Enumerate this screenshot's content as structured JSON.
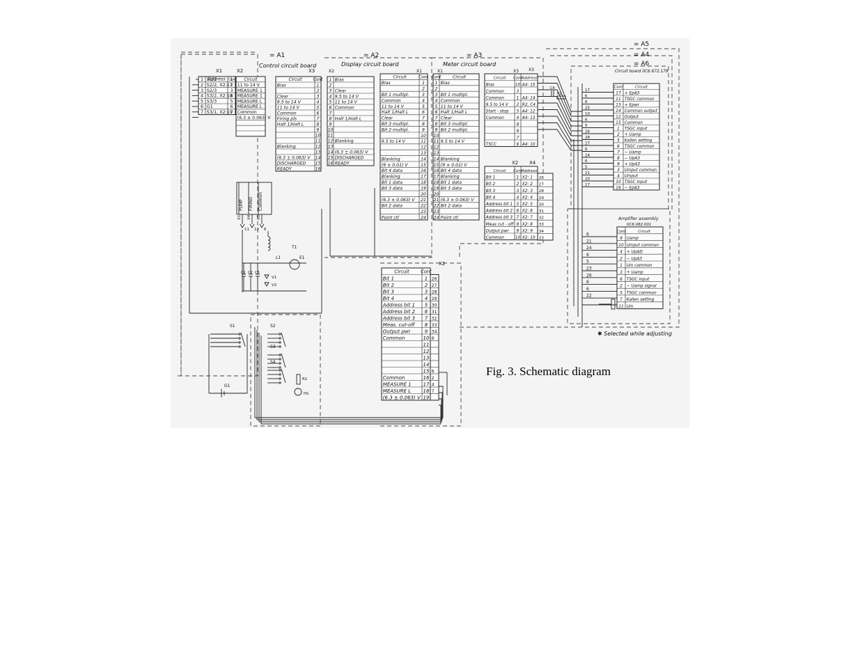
{
  "caption": "Fig. 3. Schematic diagram",
  "note": "✱ Selected while adjusting",
  "labels": {
    "a1": "= A1",
    "a2": "= A2",
    "a3": "= A3",
    "a4": "= A4",
    "a5": "= A5",
    "a6": "= A6",
    "a1_title": "Control circuit board",
    "a2_title": "Display circuit board",
    "a3_title": "Meter circuit board",
    "a6_title": "Circuit board 0C6.672.179",
    "amp_title": "Amplifier assembly",
    "amp_sub": "0C6.082.001",
    "x1": "X1",
    "x2": "X2",
    "x3": "X3",
    "x4": "X4"
  },
  "tables": {
    "x1_addr": {
      "head": [
        "Address",
        "Cont"
      ],
      "rows": [
        [
          "S1/2",
          "1"
        ],
        [
          "S2/2, X2:17",
          "2"
        ],
        [
          "S2/3",
          "3"
        ],
        [
          "S3/2, X2:18",
          "4"
        ],
        [
          "S3/3",
          "5"
        ],
        [
          "G1",
          "6"
        ],
        [
          "S3/1, X2:19",
          "7"
        ]
      ]
    },
    "x2_ctrl": {
      "head": [
        "Circuit"
      ],
      "rows": [
        "11 to 14 V",
        "MEASURE 1",
        "MEASURE 1",
        "MEASURE L",
        "MEASURE L",
        "Common",
        "(6.3 ± 0.063) V",
        "",
        "",
        ""
      ]
    },
    "x3_ctrl": {
      "head": [
        "Circuit",
        "Cont"
      ],
      "rows": [
        [
          "Bias",
          "1"
        ],
        [
          "",
          "2"
        ],
        [
          "Clear",
          "3"
        ],
        [
          "9.5 to 14 V",
          "4"
        ],
        [
          "11 to 14 V",
          "5"
        ],
        [
          "Common",
          "6"
        ],
        [
          "Firing pls",
          "7"
        ],
        [
          "Halt 1/Halt L",
          "8"
        ],
        [
          "",
          "9"
        ],
        [
          "",
          "10"
        ],
        [
          "",
          "11"
        ],
        [
          "Blanking",
          "12"
        ],
        [
          "",
          "13"
        ],
        [
          "(6.3 ± 0.063) V",
          "14"
        ],
        [
          "DISCHARGED",
          "15"
        ],
        [
          "READY",
          "16"
        ]
      ]
    },
    "a2_x2": {
      "rows": [
        "Bias",
        "",
        "Clear",
        "9.5 to 14 V",
        "11 to 14 V",
        "Common",
        "",
        "Halt 1/Halt L",
        "",
        "",
        "",
        "Blanking",
        "",
        "(6.3 ± 0.063) V",
        "DISCHARGED",
        "READY"
      ]
    },
    "a2_x1": {
      "head": [
        "Circuit",
        "Cont"
      ],
      "rows": [
        [
          "Bias",
          "1"
        ],
        [
          "",
          "2"
        ],
        [
          "Bit 1 multipl.",
          "3"
        ],
        [
          "Common",
          "4"
        ],
        [
          "11 to 14 V",
          "5"
        ],
        [
          "Halt 1/Halt L",
          "6"
        ],
        [
          "Clear",
          "7"
        ],
        [
          "Bit 3 multipl.",
          "8"
        ],
        [
          "Bit 2 multipl.",
          "9"
        ],
        [
          "",
          "10"
        ],
        [
          "9.5 to 14 V",
          "11"
        ],
        [
          "",
          "12"
        ],
        [
          "",
          "13"
        ],
        [
          "Blanking",
          "14"
        ],
        [
          "(9 ± 0.01) V",
          "15"
        ],
        [
          "Bit 4 data",
          "16"
        ],
        [
          "Blanking",
          "17"
        ],
        [
          "Bit 1 data",
          "18"
        ],
        [
          "Bit 3 data",
          "19"
        ],
        [
          "",
          "20"
        ],
        [
          "(6.3 ± 0.063) V",
          "21"
        ],
        [
          "Bit 2 data",
          "22"
        ],
        [
          "",
          "23"
        ],
        [
          "Point ctl",
          "24"
        ]
      ]
    },
    "a3_x1": {
      "head": [
        "Circuit"
      ],
      "rows": [
        "Bias",
        "",
        "Bit 1 multipl.",
        "Common",
        "11 to 14 V",
        "Halt 1/Halt L",
        "Clear",
        "Bit 3 multipl.",
        "Bit 2 multipl.",
        "",
        "9.5 to 14 V",
        "",
        "",
        "Blanking",
        "(9 ± 0.01) V",
        "Bit 4 data",
        "Blanking",
        "Bit 1 data",
        "Bit 3 data",
        "",
        "(6.3 ± 0.063) V",
        "Bit 2 data",
        "",
        "Point ctl"
      ]
    },
    "a3_x3": {
      "head": [
        "Circuit",
        "Cont",
        "Address"
      ],
      "rows": [
        [
          "Bias",
          "10",
          "A4: 15"
        ],
        [
          "Common",
          "3",
          ""
        ],
        [
          "Common",
          "1",
          "A4: 14"
        ],
        [
          "9.5 to 14 V",
          "2",
          "R2, C4"
        ],
        [
          "Start - stop",
          "5",
          "A4: 12"
        ],
        [
          "Common",
          "4",
          "A4: 13"
        ],
        [
          "",
          "8",
          ""
        ],
        [
          "",
          "9",
          ""
        ],
        [
          "",
          "7",
          ""
        ],
        [
          "TSCC",
          "6",
          "A4: 10"
        ]
      ]
    },
    "a3_x2": {
      "head": [
        "Circuit",
        "Cont",
        "Address"
      ],
      "rows": [
        [
          "Bit 1",
          "1",
          "X2: 1"
        ],
        [
          "Bit 2",
          "2",
          "X2: 2"
        ],
        [
          "Bit 3",
          "3",
          "X2: 3"
        ],
        [
          "Bit 4",
          "4",
          "X2: 4"
        ],
        [
          "Address bit 1",
          "5",
          "X2: 5"
        ],
        [
          "Address bit 2",
          "6",
          "X2: 6"
        ],
        [
          "Address bit 3",
          "7",
          "X2: 7"
        ],
        [
          "Meas cut - off",
          "8",
          "X2: 8"
        ],
        [
          "Output pwr",
          "9",
          "X2: 9"
        ],
        [
          "Common",
          "10",
          "X2: 10"
        ]
      ],
      "side": [
        "26",
        "27",
        "28",
        "29",
        "30",
        "31",
        "32",
        "33",
        "34",
        "23"
      ]
    },
    "x2_bottom": {
      "head": [
        "Circuit",
        "Cont"
      ],
      "rows": [
        [
          "Bit 1",
          "1"
        ],
        [
          "Bit 2",
          "2"
        ],
        [
          "Bit 3",
          "3"
        ],
        [
          "Bit 4",
          "4"
        ],
        [
          "Address bit 1",
          "5"
        ],
        [
          "Address bit 2",
          "6"
        ],
        [
          "Address bit 3",
          "7"
        ],
        [
          "Meas. cut-off",
          "8"
        ],
        [
          "Output pwr",
          "9"
        ],
        [
          "Common",
          "10"
        ],
        [
          "",
          "11"
        ],
        [
          "",
          "12"
        ],
        [
          "",
          "13"
        ],
        [
          "",
          "14"
        ],
        [
          "",
          "15"
        ],
        [
          "Common",
          "16"
        ],
        [
          "MEASURE 1",
          "17"
        ],
        [
          "MEASURE L",
          "18"
        ],
        [
          "(6.3 ± 0.063) V",
          "19"
        ]
      ],
      "side": [
        "26",
        "27",
        "28",
        "29",
        "30",
        "31",
        "32",
        "33",
        "34",
        "6",
        "",
        "",
        "",
        "",
        "6",
        "2",
        "4",
        "7",
        ""
      ]
    },
    "a6_board": {
      "head": [
        "Cont",
        "Circuit"
      ],
      "rows": [
        [
          "17",
          "+ EpA3"
        ],
        [
          "11",
          "TSGC common"
        ],
        [
          "13",
          "+ Epwr"
        ],
        [
          "14",
          "Common output"
        ],
        [
          "12",
          "Output"
        ],
        [
          "15",
          "Common"
        ],
        [
          "1",
          "TSGC input"
        ],
        [
          "2",
          "+ Uamp"
        ],
        [
          "5",
          "Kallen setting"
        ],
        [
          "6",
          "TSGC common"
        ],
        [
          "7",
          "− Uamp"
        ],
        [
          "8",
          "− UpA3"
        ],
        [
          "9",
          "+ UpA3"
        ],
        [
          "3",
          "Uinput common"
        ],
        [
          "4",
          "Uinput"
        ],
        [
          "10",
          "TSGC input"
        ],
        [
          "16",
          "− EpA3"
        ]
      ],
      "side": [
        "17",
        "6",
        "6",
        "25",
        "10",
        "6",
        "5",
        "26",
        "28",
        "27",
        "6",
        "24",
        "6",
        "5",
        "21",
        "20",
        "17"
      ]
    },
    "amp_board": {
      "head": [
        "Cont",
        "Circuit"
      ],
      "rows": [
        [
          "9",
          "Uamp"
        ],
        [
          "10",
          "Uinput common"
        ],
        [
          "4",
          "+ UpAD"
        ],
        [
          "2",
          "− UpA3"
        ],
        [
          "1",
          "Uin common"
        ],
        [
          "3",
          "+ Uamp"
        ],
        [
          "6",
          "TSGC input"
        ],
        [
          "2",
          "− Uamp signal"
        ],
        [
          "5",
          "TSGC common"
        ],
        [
          "7",
          "Kallen setting"
        ],
        [
          "11",
          "Uin"
        ]
      ],
      "side": [
        "6",
        "21",
        "24",
        "6",
        "5",
        "23",
        "26",
        "6",
        "6",
        "22",
        ""
      ]
    }
  },
  "components": {
    "plugs": [
      "PUMP",
      "FIRING",
      "Common"
    ],
    "plug_pins": [
      "X1",
      "X4",
      "X5"
    ],
    "plug_nums": [
      "11",
      "12",
      "6"
    ],
    "parts": [
      "T1",
      "L1",
      "E1",
      "C1",
      "C2",
      "C3",
      "V1",
      "V2",
      "R1",
      "R2",
      "C4",
      "H1"
    ],
    "switches": [
      "S1",
      "S2",
      "S3",
      "S4",
      "G1"
    ]
  }
}
